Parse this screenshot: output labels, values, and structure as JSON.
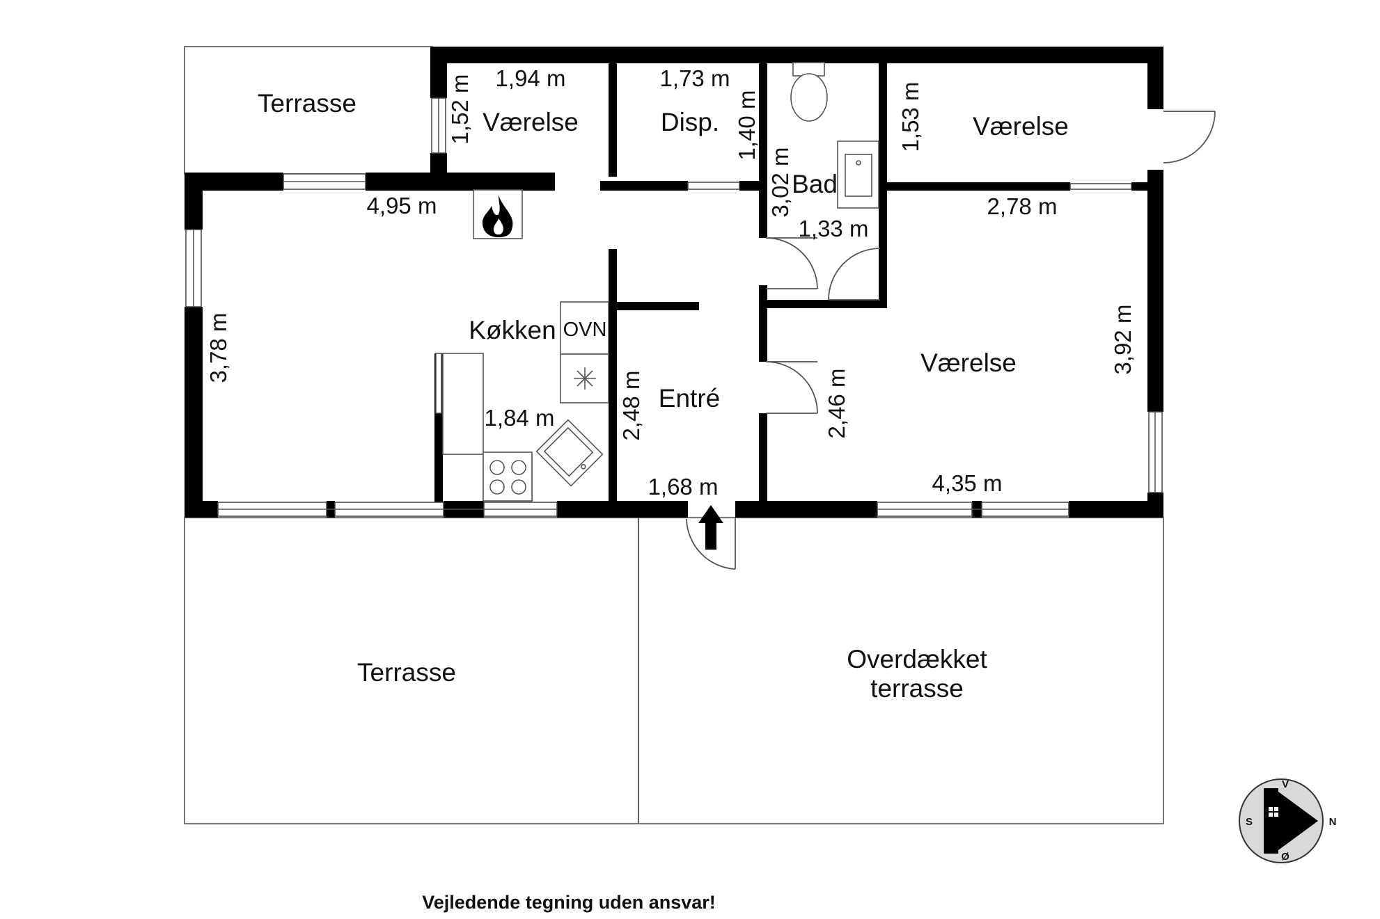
{
  "rooms": {
    "terrasse_top": "Terrasse",
    "vaerelse_small": "Værelse",
    "disp": "Disp.",
    "bad": "Bad",
    "vaerelse_right_top": "Værelse",
    "koekken": "Køkken",
    "entre": "Entré",
    "vaerelse_big": "Værelse",
    "terrasse_bottom": "Terrasse",
    "overdaekket_line1": "Overdækket",
    "overdaekket_line2": "terrasse"
  },
  "fixtures": {
    "oven": "OVN"
  },
  "dimensions": {
    "vaerelse_small_width": "1,94 m",
    "vaerelse_small_height": "1,52 m",
    "disp_width": "1,73 m",
    "disp_height": "1,40 m",
    "bad_height": "3,02 m",
    "bad_width": "1,33 m",
    "vaerelse_right_top_height": "1,53 m",
    "vaerelse_right_top_width": "2,78 m",
    "living_width": "4,95 m",
    "living_height": "3,78 m",
    "kitchen_width": "1,84 m",
    "entre_height": "2,48 m",
    "entre_width": "1,68 m",
    "vaerelse_big_height_left": "2,46 m",
    "vaerelse_big_height_right": "3,92 m",
    "vaerelse_big_width": "4,35 m"
  },
  "compass": {
    "north": "N",
    "south": "S",
    "west": "V",
    "east": "Ø"
  },
  "footer": {
    "disclaimer": "Vejledende tegning uden ansvar!"
  }
}
